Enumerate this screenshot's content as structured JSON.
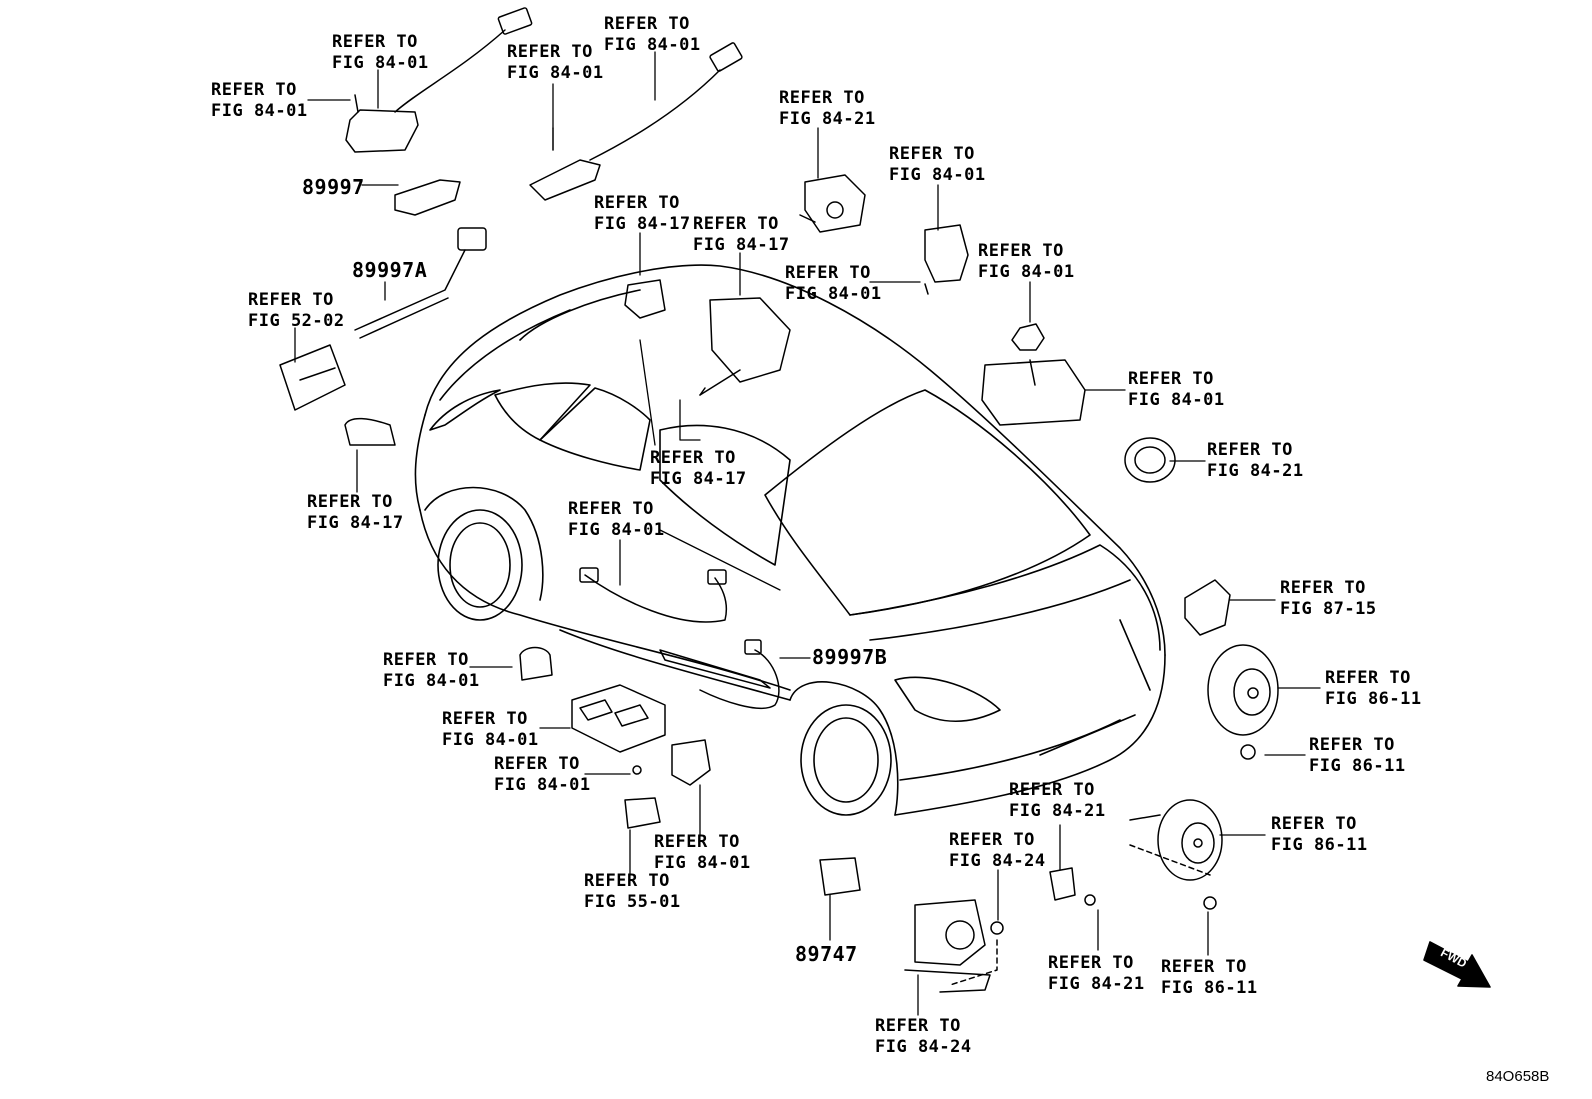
{
  "diagram": {
    "code": "84O658B",
    "fwd_label": "FWD",
    "part_numbers": {
      "p89997": "89997",
      "p89997A": "89997A",
      "p89997B": "89997B",
      "p89747": "89747"
    },
    "callouts": [
      {
        "line1": "REFER TO",
        "line2": "FIG 84-01"
      },
      {
        "line1": "REFER TO",
        "line2": "FIG 84-01"
      },
      {
        "line1": "REFER TO",
        "line2": "FIG 84-01"
      },
      {
        "line1": "REFER TO",
        "line2": "FIG 84-01"
      },
      {
        "line1": "REFER TO",
        "line2": "FIG 84-21"
      },
      {
        "line1": "REFER TO",
        "line2": "FIG 84-01"
      },
      {
        "line1": "REFER TO",
        "line2": "FIG 84-01"
      },
      {
        "line1": "REFER TO",
        "line2": "FIG 84-01"
      },
      {
        "line1": "REFER TO",
        "line2": "FIG 84-17"
      },
      {
        "line1": "REFER TO",
        "line2": "FIG 84-17"
      },
      {
        "line1": "REFER TO",
        "line2": "FIG 52-02"
      },
      {
        "line1": "REFER TO",
        "line2": "FIG 84-01"
      },
      {
        "line1": "REFER TO",
        "line2": "FIG 84-21"
      },
      {
        "line1": "REFER TO",
        "line2": "FIG 84-17"
      },
      {
        "line1": "REFER TO",
        "line2": "FIG 84-17"
      },
      {
        "line1": "REFER TO",
        "line2": "FIG 84-01"
      },
      {
        "line1": "REFER TO",
        "line2": "FIG 87-15"
      },
      {
        "line1": "REFER TO",
        "line2": "FIG 84-01"
      },
      {
        "line1": "REFER TO",
        "line2": "FIG 86-11"
      },
      {
        "line1": "REFER TO",
        "line2": "FIG 84-01"
      },
      {
        "line1": "REFER TO",
        "line2": "FIG 86-11"
      },
      {
        "line1": "REFER TO",
        "line2": "FIG 84-01"
      },
      {
        "line1": "REFER TO",
        "line2": "FIG 84-21"
      },
      {
        "line1": "REFER TO",
        "line2": "FIG 86-11"
      },
      {
        "line1": "REFER TO",
        "line2": "FIG 84-01"
      },
      {
        "line1": "REFER TO",
        "line2": "FIG 84-24"
      },
      {
        "line1": "REFER TO",
        "line2": "FIG 55-01"
      },
      {
        "line1": "REFER TO",
        "line2": "FIG 84-21"
      },
      {
        "line1": "REFER TO",
        "line2": "FIG 86-11"
      },
      {
        "line1": "REFER TO",
        "line2": "FIG 84-24"
      }
    ]
  }
}
